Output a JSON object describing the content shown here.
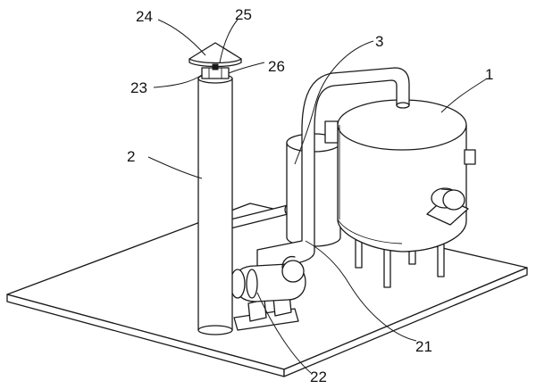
{
  "labels": {
    "n1": "1",
    "n2": "2",
    "n3": "3",
    "n21": "21",
    "n22": "22",
    "n23": "23",
    "n24": "24",
    "n25": "25",
    "n26": "26"
  }
}
